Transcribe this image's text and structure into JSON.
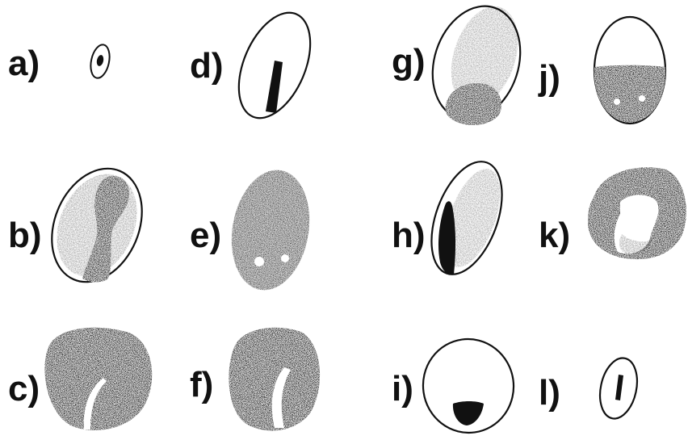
{
  "labels": {
    "a": "a)",
    "b": "b)",
    "c": "c)",
    "d": "d)",
    "e": "e)",
    "f": "f)",
    "g": "g)",
    "h": "h)",
    "i": "i)",
    "j": "j)",
    "k": "k)",
    "l": "l)"
  },
  "colors": {
    "ink": "#111111",
    "paper": "#ffffff"
  }
}
